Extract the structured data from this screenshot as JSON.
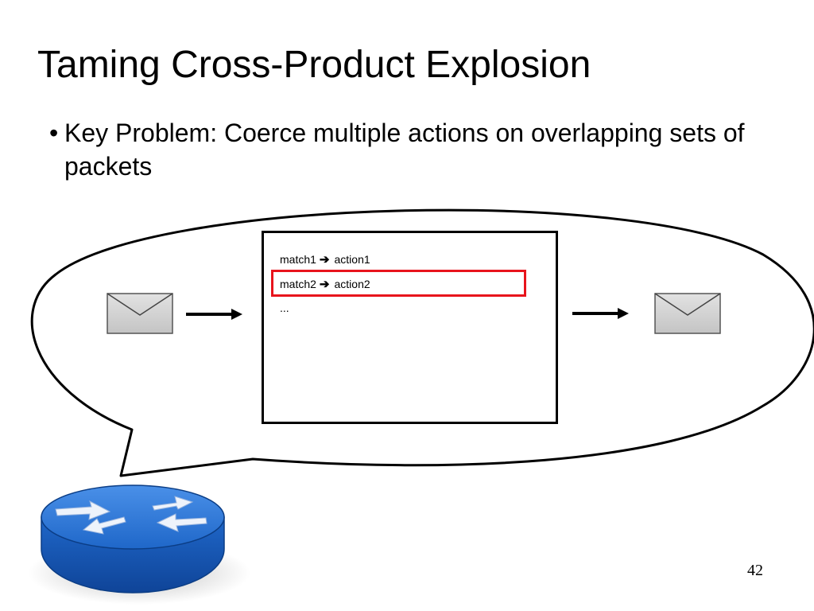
{
  "slide": {
    "title": "Taming Cross-Product Explosion",
    "bullet_marker": "•",
    "bullet": "Key Problem: Coerce multiple actions on overlapping sets of packets",
    "page_number": "42"
  },
  "flow_table": {
    "rules": [
      {
        "match": "match1",
        "arrow": "➔",
        "action": "action1",
        "highlighted": false
      },
      {
        "match": "match2",
        "arrow": "➔",
        "action": "action2",
        "highlighted": true
      }
    ],
    "more": "..."
  },
  "icons": {
    "input_packet": "envelope-icon",
    "output_packet": "envelope-icon",
    "switch": "router-icon",
    "flow_arrows": "arrow-right-icon"
  },
  "colors": {
    "highlight": "#e8141c",
    "router_blue": "#1f67c9",
    "envelope_gray": "#d4d4d4"
  }
}
